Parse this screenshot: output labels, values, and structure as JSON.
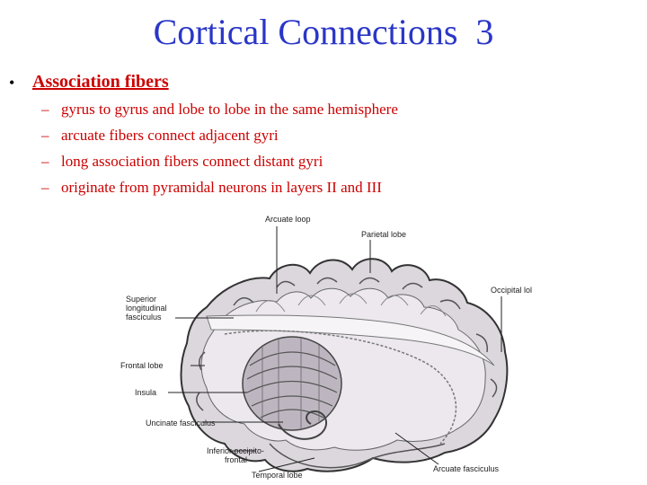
{
  "slide": {
    "title": "Cortical Connections  3",
    "bullet": "Association fibers",
    "bullet_marker": "•",
    "sub_marker": "–",
    "subitems": [
      "gyrus to gyrus and lobe to lobe in the same hemisphere",
      "arcuate fibers connect adjacent gyri",
      "long association fibers connect distant gyri",
      "originate from pyramidal neurons in layers II and III"
    ],
    "colors": {
      "title": "#2a36c7",
      "body": "#cc0000"
    }
  },
  "figure": {
    "labels": {
      "arcuate_loop": "Arcuate loop",
      "parietal_lobe": "Parietal lobe",
      "occipital_lobe": "Occipital lol",
      "superior_1": "Superior",
      "superior_2": "longitudinal",
      "superior_3": "fasciculus",
      "frontal_lobe": "Frontal lobe",
      "insula": "Insula",
      "uncinate": "Uncinate fasciculus",
      "inferior_1": "Inferior occipito-",
      "inferior_2": "frontal",
      "temporal_lobe": "Temporal lobe",
      "arcuate_fasciculus": "Arcuate fasciculus"
    }
  }
}
